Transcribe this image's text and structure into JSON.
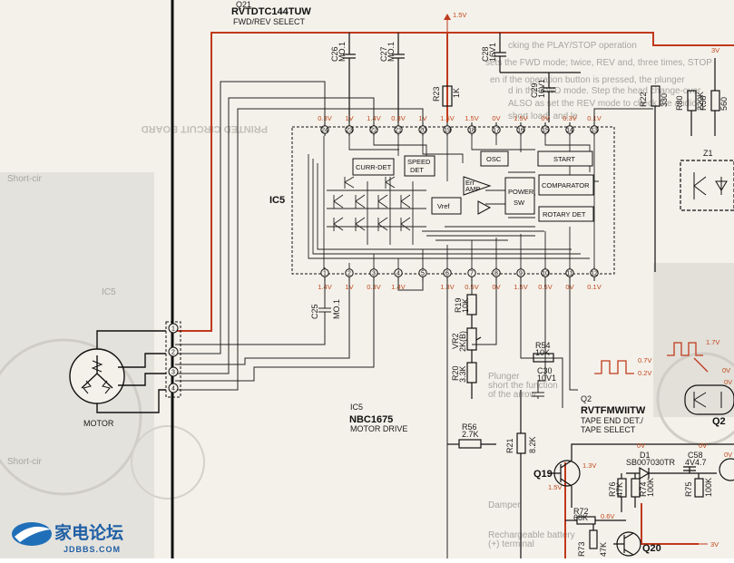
{
  "labels": {
    "q21_ref": "Q21",
    "q21_part": "RVTDTC144TUW",
    "q21_desc": "FWD/REV SELECT",
    "ic5_ref": "IC5",
    "ic5_ref_bottom": "IC5",
    "ic5_part": "NBC1675",
    "ic5_desc": "MOTOR DRIVE",
    "motor": "MOTOR",
    "q2_ref": "Q2",
    "q2_part": "RVTFMWIITW",
    "q2_desc1": "TAPE END DET./",
    "q2_desc2": "TAPE SELECT",
    "q2_box": "Q2",
    "q19": "Q19",
    "q20": "Q20",
    "z1": "Z1",
    "d1_ref": "D1",
    "d1_part": "SB007030TR",
    "pcb_text": "PRINTED CIRCUIT BOARD",
    "watermark_main": "家电论坛",
    "watermark_sub": "JDBBS.COM"
  },
  "ic_blocks": {
    "curr_det": "CURR-DET",
    "speed_det_1": "SPEED",
    "speed_det_2": "DET",
    "osc": "OSC",
    "start": "START",
    "err_amp_1": "Err",
    "err_amp_2": "AMP",
    "vref": "Vref",
    "power_sw_1": "POWER",
    "power_sw_2": "SW",
    "comparator": "COMPARATOR",
    "rotary_det": "ROTARY DET"
  },
  "top_pins": [
    {
      "num": "24",
      "volt": "0.3V"
    },
    {
      "num": "23",
      "volt": "1V"
    },
    {
      "num": "22",
      "volt": "1.4V"
    },
    {
      "num": "21",
      "volt": "0.3V"
    },
    {
      "num": "20",
      "volt": "1V"
    },
    {
      "num": "19",
      "volt": "1.5V"
    },
    {
      "num": "18",
      "volt": "1.5V"
    },
    {
      "num": "17",
      "volt": "0V"
    },
    {
      "num": "16",
      "volt": "1.5V"
    },
    {
      "num": "15",
      "volt": "0V"
    },
    {
      "num": "14",
      "volt": "0.3V"
    },
    {
      "num": "13",
      "volt": "0.1V"
    }
  ],
  "bottom_pins": [
    {
      "num": "1",
      "volt": "1.4V"
    },
    {
      "num": "2",
      "volt": "1V"
    },
    {
      "num": "3",
      "volt": "0.3V"
    },
    {
      "num": "4",
      "volt": "1.4V"
    },
    {
      "num": "5",
      "volt": ""
    },
    {
      "num": "6",
      "volt": "1.3V"
    },
    {
      "num": "7",
      "volt": "0.5V"
    },
    {
      "num": "8",
      "volt": "0V"
    },
    {
      "num": "9",
      "volt": "1.5V"
    },
    {
      "num": "10",
      "volt": "0.5V"
    },
    {
      "num": "11",
      "volt": "0V"
    },
    {
      "num": "12",
      "volt": "0.1V"
    }
  ],
  "connector_pins": [
    "1",
    "2",
    "3",
    "4"
  ],
  "components": {
    "c26_ref": "C26",
    "c26_val": "MO.1",
    "c27_ref": "C27",
    "c27_val": "MO.1",
    "c28_ref": "C28",
    "c28_val": "16V1",
    "c29_ref": "C29",
    "c29_val": "16V1",
    "c25_ref": "C25",
    "c25_val": "MO.1",
    "c30_ref": "C30",
    "c30_val": "10V1",
    "c58_ref": "C58",
    "c58_val": "4V4.7",
    "r23_ref": "R23",
    "r23_val": "1K",
    "r22_ref": "R22",
    "r22_val": "330",
    "r80_ref": "R80",
    "r80_val": "220K",
    "r58_ref": "R58",
    "r58_val": "560",
    "r19_ref": "R19",
    "r19_val": "10K",
    "vr2_ref": "VR2",
    "vr2_val": "2K(B)",
    "r20_ref": "R20",
    "r20_val": "3.3K",
    "r54_ref": "R54",
    "r54_val": "10K",
    "r56_ref": "R56",
    "r56_val": "2.7K",
    "r21_ref": "R21",
    "r21_val": "8.2K",
    "r72_ref": "R72",
    "r72_val": "68K",
    "r73_ref": "R73",
    "r73_val": "47K",
    "r76_ref": "R76",
    "r76_val": "47K",
    "r74_ref": "R74",
    "r74_val": "100K",
    "r75_ref": "R75",
    "r75_val": "100K"
  },
  "voltages": {
    "rail_top": "1.5V",
    "rail_right": "3V",
    "pulse_high_left": "0.7V",
    "pulse_low_left": "0.2V",
    "pulse_high_right": "1.7V",
    "pulse_low_right": "0V",
    "q19_base": "1.3V",
    "q19_emit": "1.5V",
    "d1_volt": "0V",
    "c58_volt": "0V",
    "q20_volt": "0.6V",
    "rail_bottom": "3V",
    "q2_right": "0V",
    "q2_right2": "0V"
  },
  "ghost_text": {
    "line1": "cking the PLAY/STOP operation",
    "line2": "sets the FWD mode; twice, REV and, three times, STOP",
    "line3": "en if the operation button is pressed, the plunger",
    "line4": "d in the FWD mode. Step the head change-over",
    "line5": "ALSO as set the REV mode to check the audio.",
    "line6": "short load, and le",
    "side_note1": "Plunger",
    "side_note2": "short the function",
    "side_note3": "of the arrow.",
    "side_note4": "Rechargeable battery",
    "side_note5": "(+) terminal",
    "side_note6": "Damper",
    "left_note1": "Short-cir",
    "left_note2": "IC5",
    "left_note3": "Short-cir"
  }
}
